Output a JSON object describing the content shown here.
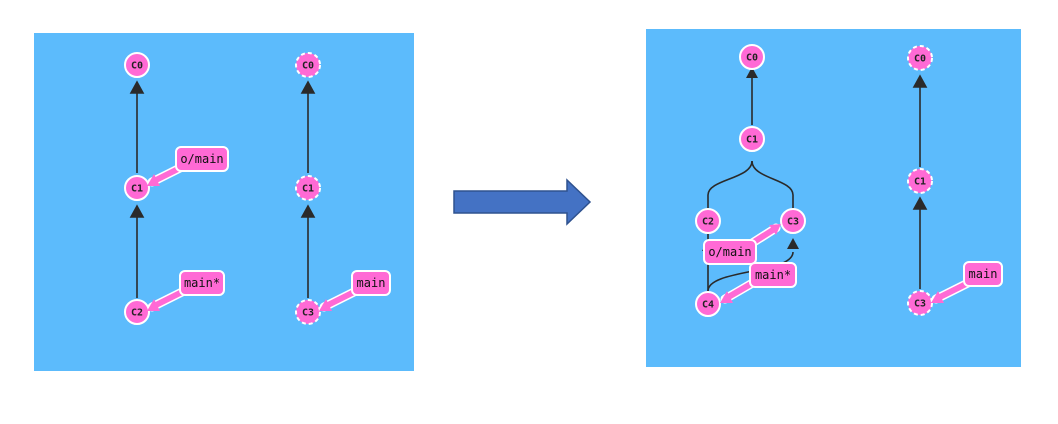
{
  "colors": {
    "background_panel": "#5cbbfc",
    "commit_fill": "#ff6ad5",
    "commit_stroke": "#ffffff",
    "edge": "#2a2a2a",
    "branch_fill": "#ff6ad5",
    "arrow_fill": "#4472c4",
    "arrow_stroke": "#2f528f"
  },
  "before": {
    "local": {
      "commits": [
        "C0",
        "C1",
        "C2"
      ],
      "branches": [
        {
          "label": "o/main",
          "target": "C1"
        },
        {
          "label": "main*",
          "target": "C2"
        }
      ]
    },
    "remote": {
      "commits": [
        "C0",
        "C1",
        "C3"
      ],
      "branches": [
        {
          "label": "main",
          "target": "C3"
        }
      ]
    }
  },
  "after": {
    "local": {
      "commits": [
        "C0",
        "C1",
        "C2",
        "C3",
        "C4"
      ],
      "branches": [
        {
          "label": "o/main",
          "target": "C3"
        },
        {
          "label": "main*",
          "target": "C4"
        }
      ]
    },
    "remote": {
      "commits": [
        "C0",
        "C1",
        "C3"
      ],
      "branches": [
        {
          "label": "main",
          "target": "C3"
        }
      ]
    }
  },
  "transition_icon": "right-arrow-icon"
}
